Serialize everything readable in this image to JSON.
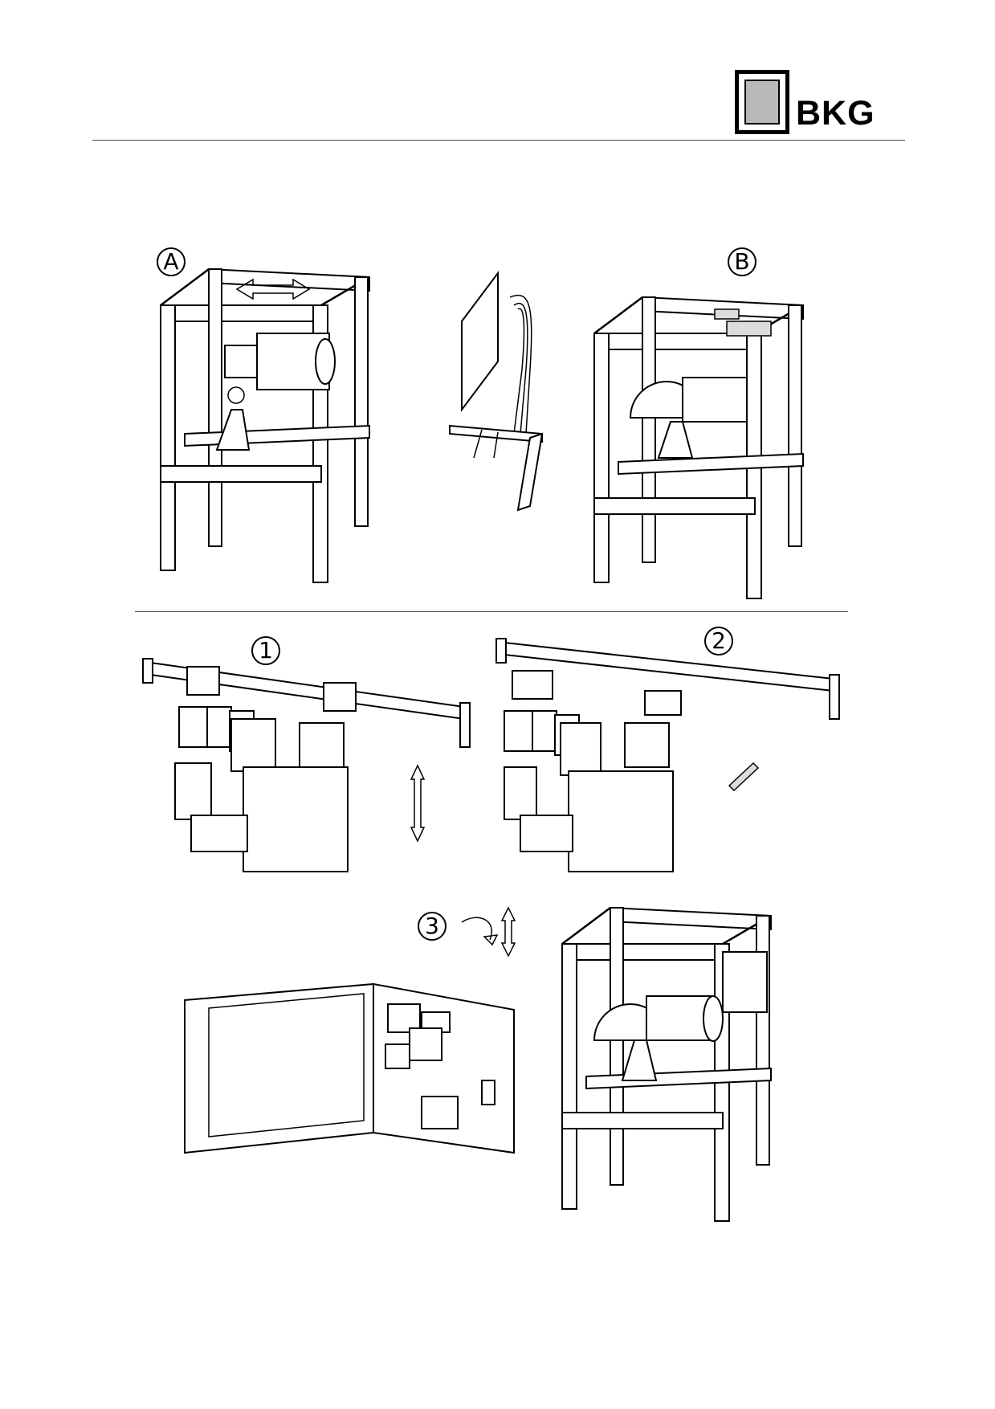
{
  "header": {
    "brand_text": "BKG"
  },
  "steps": {
    "a": "A",
    "b": "B",
    "one": "1",
    "two": "2",
    "three": "3"
  },
  "icons": [
    "double-arrow-horizontal-icon",
    "double-arrow-vertical-icon",
    "rotate-arrow-icon"
  ],
  "colors": {
    "ink": "#000000",
    "logo_grey": "#b9b9b9"
  }
}
